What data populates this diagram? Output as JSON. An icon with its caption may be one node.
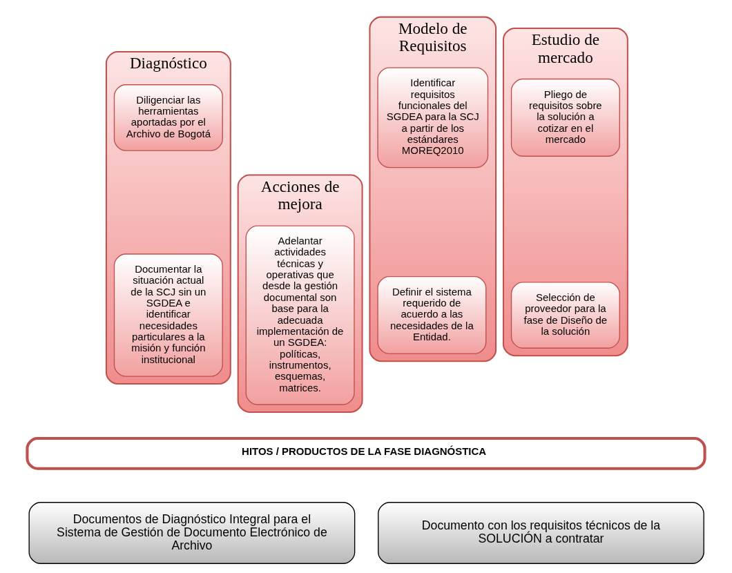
{
  "diagram": {
    "nodes": [
      {
        "text": [
          "Diagnóstico"
        ]
      },
      {
        "text": [
          "Diligenciar las herramientas aportadas por el Archivo de Bogotá"
        ],
        "in": 0
      },
      {
        "text": [
          "Documentar la situación actual de la SCJ sin un SGDEA e identificar necesidades particulares a la misión y función institucional"
        ],
        "in": 0
      },
      {
        "text": [
          "Acciones de mejora"
        ]
      },
      {
        "text": [
          "Adelantar actividades técnicas y operativas que desde la gestión documental son base para la adecuada implementación de un SGDEA: políticas, instrumentos, esquemas, matrices."
        ],
        "in": 3
      },
      {
        "text": [
          "Modelo de Requisitos"
        ]
      },
      {
        "text": [
          "Identificar requisitos funcionales del SGDEA para la SCJ a partir de los estándares MOREQ2010"
        ],
        "in": 5
      },
      {
        "text": [
          "Definir el sistema requerido de acuerdo a las necesidades de la Entidad."
        ],
        "in": 5
      },
      {
        "text": [
          "Estudio de mercado"
        ]
      },
      {
        "text": [
          "Pliego de requisitos sobre la solución a cotizar en el mercado"
        ],
        "in": 8
      },
      {
        "text": [
          "Selección de proveedor para la fase de Diseño de la solución"
        ],
        "in": 8
      },
      {
        "text": [
          "HITOS / PRODUCTOS DE LA FASE DIAGNÓSTICA"
        ]
      },
      {
        "text": [
          "Documentos de Diagnóstico Integral para el Sistema de Gestión de Documento Electrónico de Archivo"
        ]
      },
      {
        "text": [
          "Documento con los requisitos técnicos de la SOLUCIÓN a contratar"
        ]
      }
    ]
  }
}
